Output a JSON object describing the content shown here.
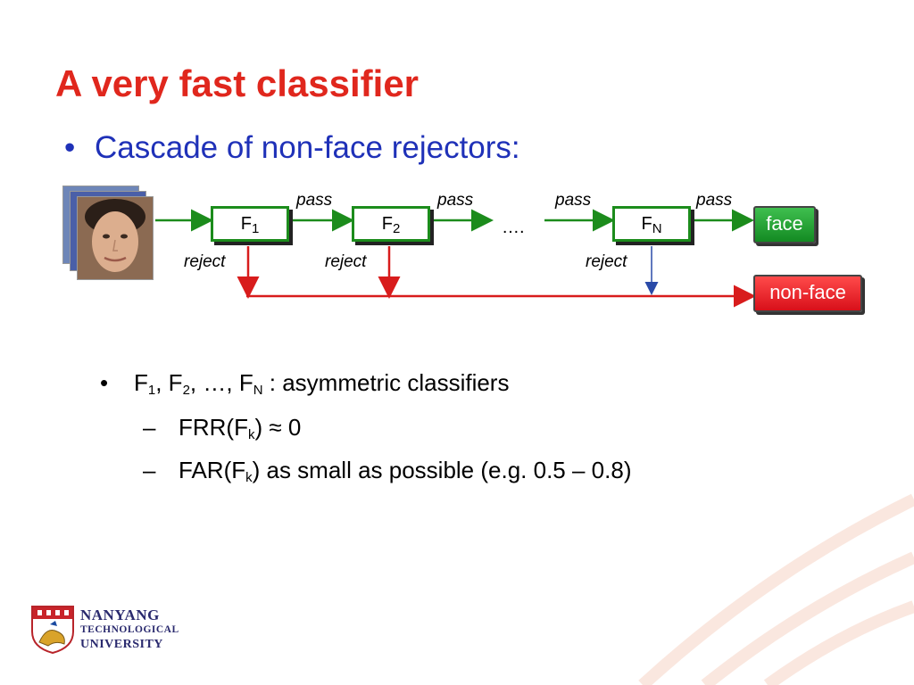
{
  "title": "A very fast classifier",
  "bullet": {
    "symbol": "•",
    "text": "Cascade of non-face rejectors:"
  },
  "diagram": {
    "stage1": {
      "name": "F",
      "sub": "1"
    },
    "stage2": {
      "name": "F",
      "sub": "2"
    },
    "stageN": {
      "name": "F",
      "sub": "N"
    },
    "ellipsis": "….",
    "pass_label": "pass",
    "reject_label": "reject",
    "face_label": "face",
    "nonface_label": "non-face",
    "colors": {
      "accept": "#1c8c1c",
      "reject": "#d81c1c",
      "face_button": "#1a9a2a",
      "nonface_button": "#e01a24"
    }
  },
  "points": {
    "l1": {
      "bullet": "•",
      "a": "F",
      "a_sub": "1",
      "b": ", F",
      "b_sub": "2",
      "c": ", …, F",
      "c_sub": "N",
      "d": " : asymmetric classifiers"
    },
    "l2": {
      "dash": "–",
      "a": "FRR(F",
      "a_sub": "k",
      "b": ")  ≈ 0"
    },
    "l3": {
      "dash": "–",
      "a": "FAR(F",
      "a_sub": "k",
      "b": ") as small as possible (e.g. 0.5 – 0.8)"
    }
  },
  "logo": {
    "line1": "NANYANG",
    "line2": "TECHNOLOGICAL",
    "line3": "UNIVERSITY"
  }
}
